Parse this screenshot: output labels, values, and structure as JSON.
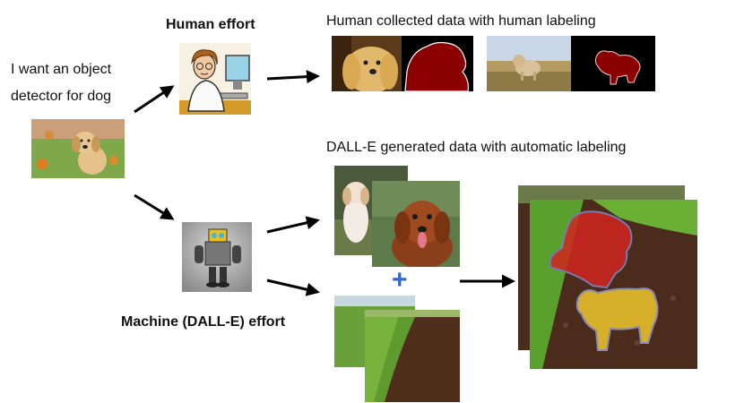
{
  "request": {
    "line1": "I want an object",
    "line2": "detector for dog"
  },
  "human": {
    "title": "Human effort",
    "data_caption": "Human collected data with human labeling"
  },
  "machine": {
    "title": "Machine (DALL-E) effort",
    "data_caption": "DALL-E generated data with automatic labeling",
    "plus_symbol": "+"
  },
  "colors": {
    "arrow": "#000000",
    "mask_red": "#8b0000",
    "overlay_red": "#d0261e",
    "overlay_yellow": "#e6be2e",
    "plus_blue": "#3b66c4"
  }
}
